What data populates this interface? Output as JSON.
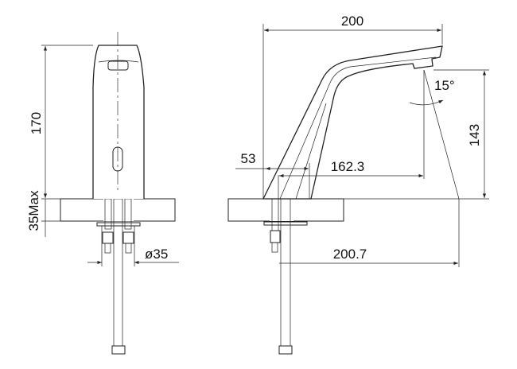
{
  "drawing": {
    "front_view": {
      "height_label": "170",
      "counter_label": "35Max",
      "hole_label": "ø35"
    },
    "side_view": {
      "width_label": "200",
      "angle_label": "15°",
      "spout_height_label": "143",
      "base_offset_label": "53",
      "reach_label": "162.3",
      "pipe_reach_label": "200.7"
    }
  }
}
